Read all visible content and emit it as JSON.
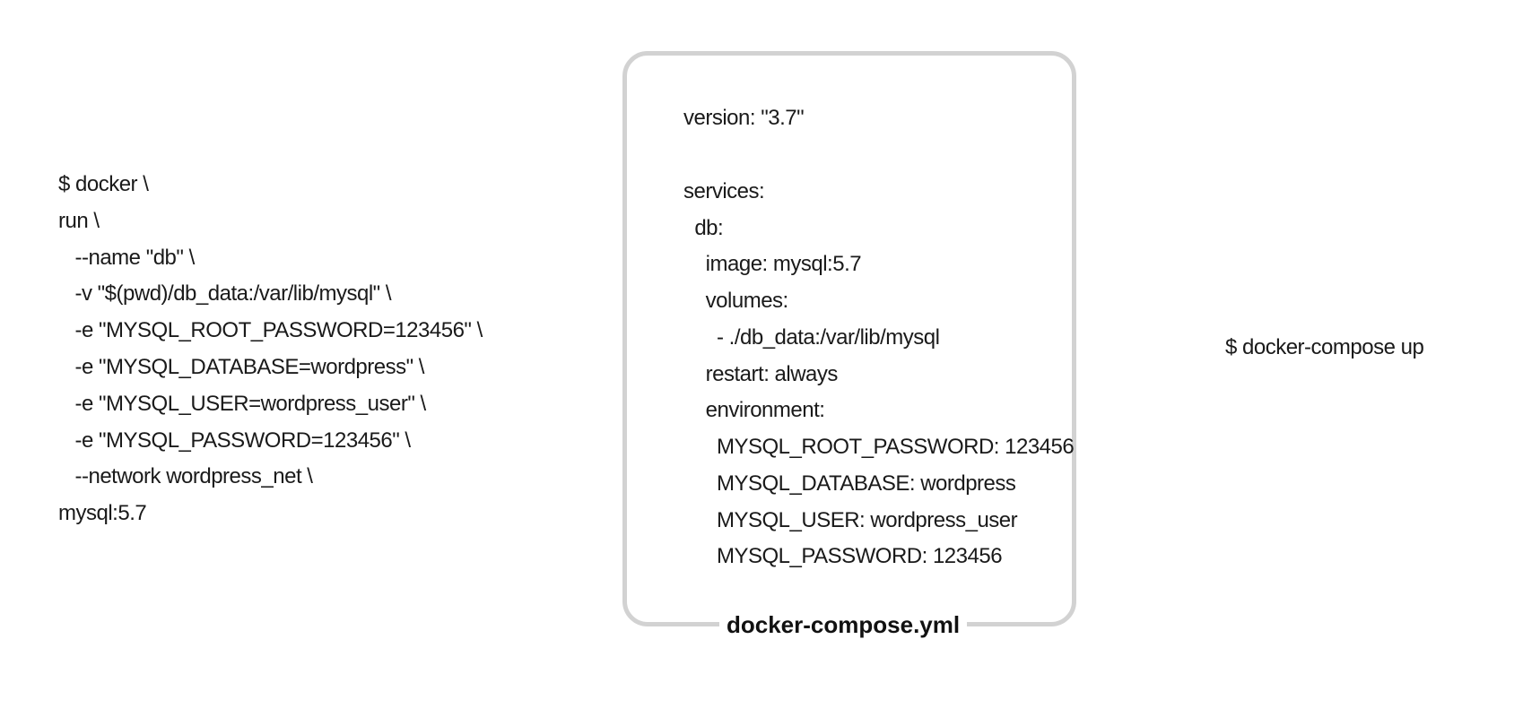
{
  "docker_run_lines": [
    "$ docker \\",
    "run \\",
    "   --name \"db\" \\",
    "   -v \"$(pwd)/db_data:/var/lib/mysql\" \\",
    "   -e \"MYSQL_ROOT_PASSWORD=123456\" \\",
    "   -e \"MYSQL_DATABASE=wordpress\" \\",
    "   -e \"MYSQL_USER=wordpress_user\" \\",
    "   -e \"MYSQL_PASSWORD=123456\" \\",
    "   --network wordpress_net \\",
    "mysql:5.7"
  ],
  "compose_file": {
    "lines": [
      "version: \"3.7\"",
      "",
      "services:",
      "  db:",
      "    image: mysql:5.7",
      "    volumes:",
      "      - ./db_data:/var/lib/mysql",
      "    restart: always",
      "    environment:",
      "      MYSQL_ROOT_PASSWORD: 123456",
      "      MYSQL_DATABASE: wordpress",
      "      MYSQL_USER: wordpress_user",
      "      MYSQL_PASSWORD: 123456"
    ],
    "filename": "docker-compose.yml"
  },
  "compose_command": "$ docker-compose up"
}
